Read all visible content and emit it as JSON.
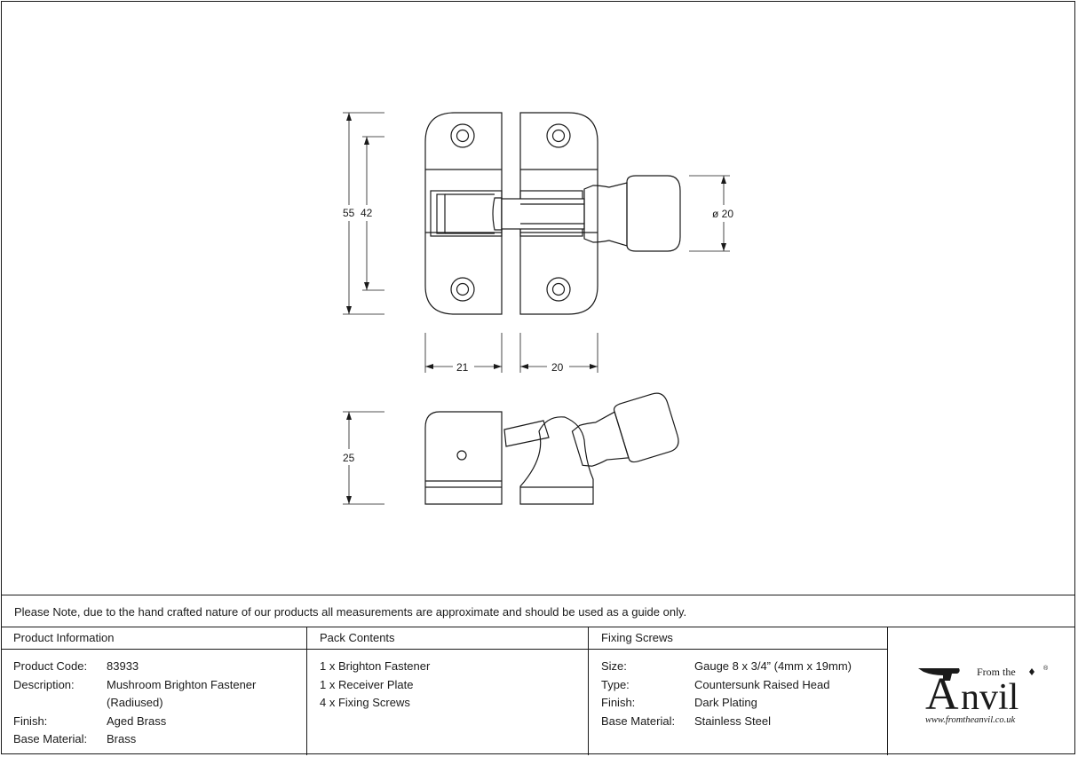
{
  "dimensions": {
    "height_outer": "55",
    "height_inner": "42",
    "width_left": "21",
    "width_right": "20",
    "knob_diameter": "ø 20",
    "side_height": "25"
  },
  "note": "Please Note, due to the hand crafted nature of our products all measurements are approximate and should be used as a guide only.",
  "product_info": {
    "heading": "Product Information",
    "rows": [
      {
        "label": "Product Code:",
        "value": "83933"
      },
      {
        "label": "Description:",
        "value": "Mushroom Brighton Fastener"
      },
      {
        "label": "",
        "value": "(Radiused)"
      },
      {
        "label": "Finish:",
        "value": "Aged Brass"
      },
      {
        "label": "Base Material:",
        "value": "Brass"
      }
    ]
  },
  "pack_contents": {
    "heading": "Pack Contents",
    "items": [
      "1 x Brighton Fastener",
      "1 x Receiver Plate",
      "4 x Fixing Screws"
    ]
  },
  "fixing_screws": {
    "heading": "Fixing Screws",
    "rows": [
      {
        "label": "Size:",
        "value": "Gauge 8 x 3/4” (4mm x 19mm)"
      },
      {
        "label": "Type:",
        "value": "Countersunk Raised Head"
      },
      {
        "label": "Finish:",
        "value": "Dark Plating"
      },
      {
        "label": "Base Material:",
        "value": "Stainless Steel"
      }
    ]
  },
  "logo": {
    "top": "From the",
    "main": "nvil",
    "initial": "A",
    "registered": "®",
    "url": "www.fromtheanvil.co.uk"
  }
}
